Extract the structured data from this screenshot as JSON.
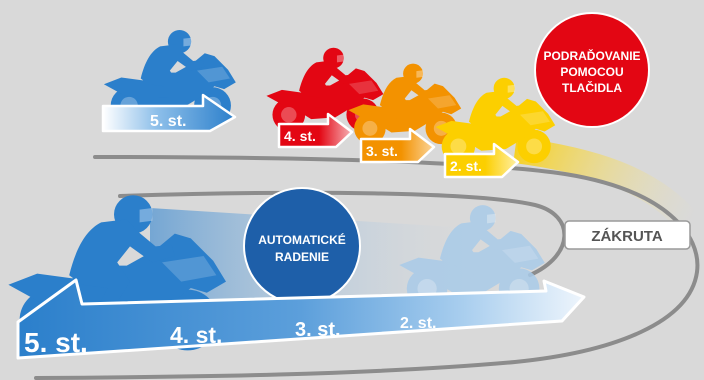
{
  "colors": {
    "background": "#d9d9d9",
    "road": "#8c8c8c",
    "blue": "#2b7fcb",
    "blue_dark": "#1e5fa9",
    "blue_faded": "#a9cbe9",
    "red": "#e30613",
    "orange": "#f39200",
    "yellow": "#fccf00",
    "label_border": "#9a9a9a",
    "label_text": "#555555"
  },
  "icons": {
    "motorcycle": "motorcycle-rider-icon"
  },
  "top_gears": [
    "5. st.",
    "4. st.",
    "3. st.",
    "2. st."
  ],
  "downshift_badge": {
    "lines": [
      "PODRAĎOVANIE",
      "POMOCOU",
      "TLAČIDLA"
    ]
  },
  "auto_badge": {
    "lines": [
      "AUTOMATICKÉ",
      "RADENIE"
    ]
  },
  "curve_label": "ZÁKRUTA",
  "bottom_gears": [
    "5. st.",
    "4. st.",
    "3. st.",
    "2. st."
  ]
}
